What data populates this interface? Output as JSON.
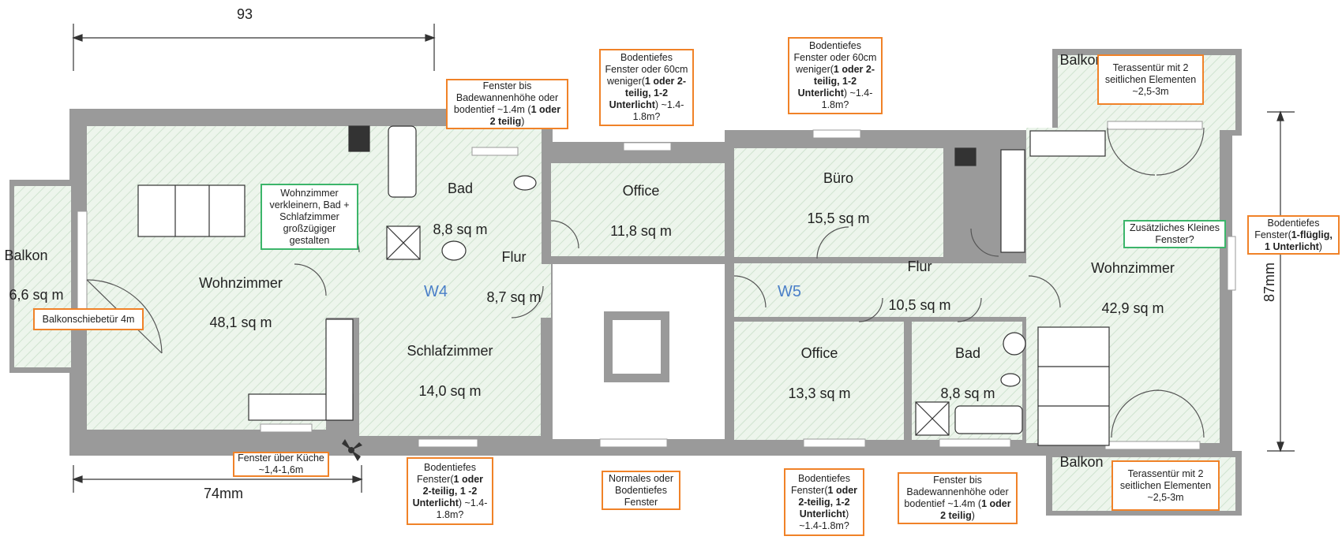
{
  "dimensions": {
    "top_width": "93",
    "bottom_width": "74mm",
    "right_height": "87mm"
  },
  "units": {
    "w4": "W4",
    "w5": "W5"
  },
  "rooms": [
    {
      "id": "balkon-left",
      "name": "Balkon",
      "area": "6,6 sq m"
    },
    {
      "id": "wohnzimmer-left",
      "name": "Wohnzimmer",
      "area": "48,1 sq m"
    },
    {
      "id": "bad-w4",
      "name": "Bad",
      "area": "8,8 sq m"
    },
    {
      "id": "flur-w4",
      "name": "Flur",
      "area": "8,7 sq m"
    },
    {
      "id": "schlafzimmer",
      "name": "Schlafzimmer",
      "area": "14,0 sq m"
    },
    {
      "id": "office-w4",
      "name": "Office",
      "area": "11,8 sq m"
    },
    {
      "id": "buero",
      "name": "Büro",
      "area": "15,5 sq m"
    },
    {
      "id": "flur-w5",
      "name": "Flur",
      "area": "10,5 sq m"
    },
    {
      "id": "office-w5",
      "name": "Office",
      "area": "13,3 sq m"
    },
    {
      "id": "bad-w5",
      "name": "Bad",
      "area": "8,8 sq m"
    },
    {
      "id": "wohnzimmer-right",
      "name": "Wohnzimmer",
      "area": "42,9 sq m"
    }
  ],
  "balcony_labels": {
    "top_right": "Balkon",
    "bottom_right": "Balkon"
  },
  "notes": {
    "balkonschiebetuer": "Balkonschiebetür 4m",
    "wohnzimmer_verkleinern": "Wohnzimmer verkleinern, Bad + Schlafzimmer großzügiger gestalten",
    "fenster_badewanne_top_1": "Fenster bis Badewannenhöhe oder bodentief ~1.4m (",
    "fenster_badewanne_top_b": "1 oder 2 teilig",
    "fenster_badewanne_top_2": ")",
    "bodentief_60_a_1": "Bodentiefes Fenster oder 60cm weniger(",
    "bodentief_60_a_b": "1 oder 2-teilig, 1-2 Unterlicht",
    "bodentief_60_a_2": ") ~1.4-1.8m?",
    "bodentief_60_b_1": "Bodentiefes Fenster oder 60cm weniger(",
    "bodentief_60_b_b": "1 oder 2-teilig, 1-2 Unterlicht",
    "bodentief_60_b_2": ") ~1.4-1.8m?",
    "terassentuer_top": "Terassentür mit 2 seitlichen Elementen ~2,5-3m",
    "zusaetzliches_fenster": "Zusätzliches Kleines Fenster?",
    "bodentief_right_1": "Bodentiefes Fenster(",
    "bodentief_right_b": "1-flüglig, 1 Unterlicht",
    "bodentief_right_2": ")",
    "fenster_kueche": "Fenster über Küche ~1,4-1,6m",
    "bodentief_schlaf_1": "Bodentiefes Fenster(",
    "bodentief_schlaf_b": "1 oder 2-teilig, 1 -2 Unterlicht",
    "bodentief_schlaf_2": ") ~1.4-1.8m?",
    "normales_fenster": "Normales oder Bodentiefes Fenster",
    "bodentief_office_1": "Bodentiefes Fenster(",
    "bodentief_office_b": "1 oder 2-teilig, 1-2 Unterlicht",
    "bodentief_office_2": ") ~1.4-1.8m?",
    "fenster_badewanne_bot_1": "Fenster bis Badewannenhöhe oder bodentief ~1.4m (",
    "fenster_badewanne_bot_b": "1 oder 2 teilig",
    "fenster_badewanne_bot_2": ")",
    "terassentuer_bottom": "Terassentür mit 2 seitlichen Elementen ~2,5-3m"
  },
  "colors": {
    "wall": "#9a9a9a",
    "room_fill": "#edf5ec",
    "hatch": "#cfe3cf",
    "note_orange": "#f08228",
    "note_green": "#3cb56a",
    "unit_blue": "#4a7fc8"
  }
}
